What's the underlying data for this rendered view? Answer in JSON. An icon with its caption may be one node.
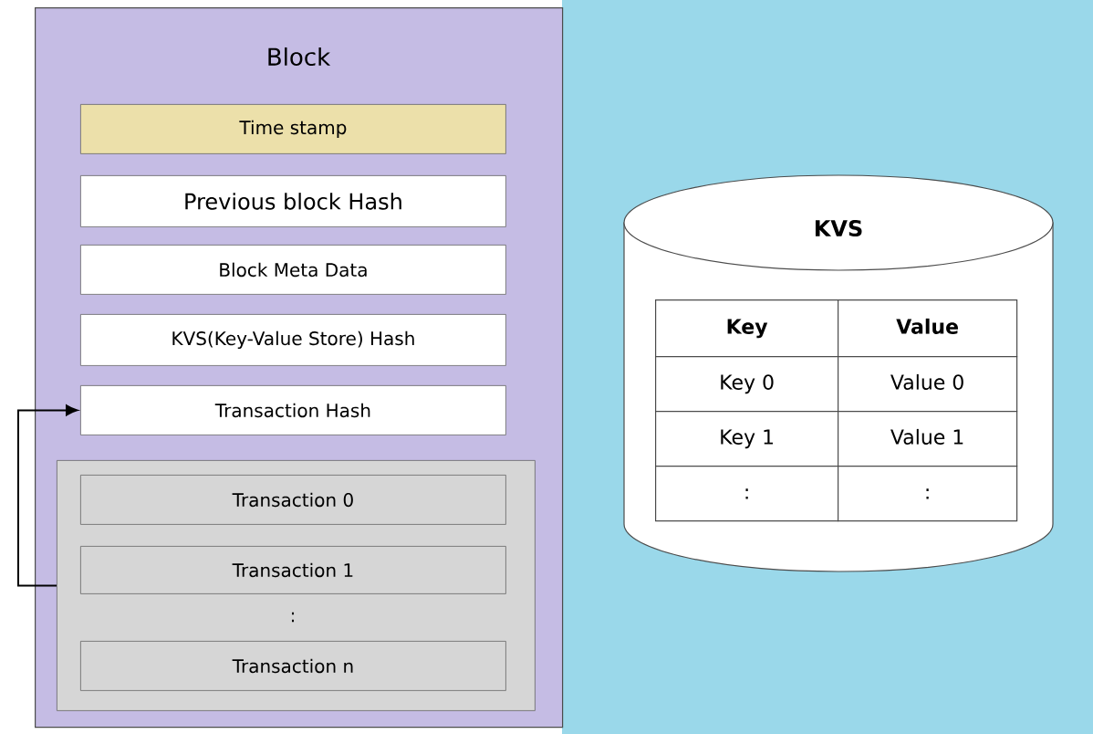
{
  "diagram": {
    "nodes": [
      {
        "text": [
          "Block"
        ]
      },
      {
        "text": [
          "Time stamp"
        ],
        "in": 0
      },
      {
        "text": [
          "Previous block Hash"
        ],
        "in": 0
      },
      {
        "text": [
          "Block Meta Data"
        ],
        "in": 0
      },
      {
        "text": [
          "KVS(Key-Value Store) Hash"
        ],
        "in": 0
      },
      {
        "text": [
          "Transaction Hash"
        ],
        "in": 0
      },
      {
        "text": [],
        "shape": "box",
        "in": 0
      },
      {
        "text": [
          "Transaction 0"
        ],
        "in": 6
      },
      {
        "text": [
          "Transaction 1"
        ],
        "in": 6
      },
      {
        "text": [
          "Transaction n"
        ],
        "in": 6
      },
      {
        "text": [
          "KVS"
        ]
      }
    ],
    "edges": [
      {
        "from": 6,
        "to": 5,
        "arrow": "to"
      }
    ],
    "labels": [
      ":",
      "Key",
      "Value",
      "Key 0",
      "Value 0",
      "Key 1",
      "Value 1",
      ":",
      ":"
    ]
  }
}
